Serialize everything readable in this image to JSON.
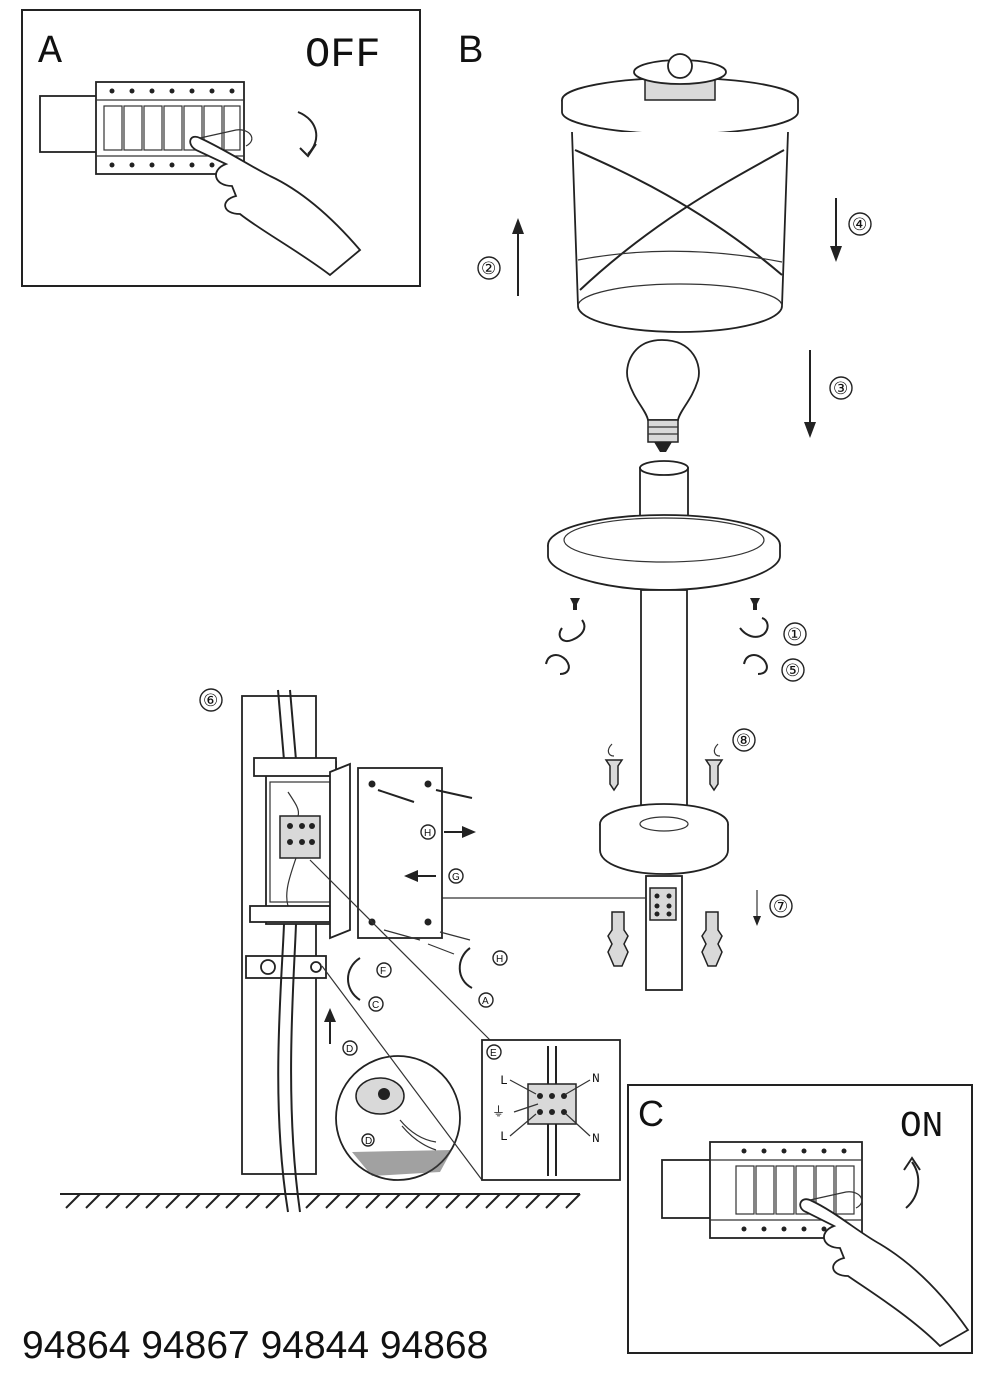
{
  "panels": {
    "a": {
      "letter": "A",
      "state": "OFF"
    },
    "b": {
      "letter": "B"
    },
    "c": {
      "letter": "C",
      "state": "ON"
    }
  },
  "steps": [
    "①",
    "②",
    "③",
    "④",
    "⑤",
    "⑥",
    "⑦",
    "⑧"
  ],
  "callouts": [
    "Ⓐ",
    "Ⓒ",
    "Ⓓ",
    "Ⓔ",
    "Ⓕ",
    "Ⓖ",
    "Ⓗ"
  ],
  "wiring": {
    "live": "L",
    "neutral": "N",
    "earth": "⏚"
  },
  "model_numbers": "94864 94867 94844 94868",
  "icons": [
    "hand-icon",
    "circuit-breaker-icon",
    "lamp-lantern-icon",
    "light-bulb-icon",
    "screw-icon",
    "wall-plug-icon",
    "terminal-block-icon",
    "cable-gland-icon"
  ]
}
